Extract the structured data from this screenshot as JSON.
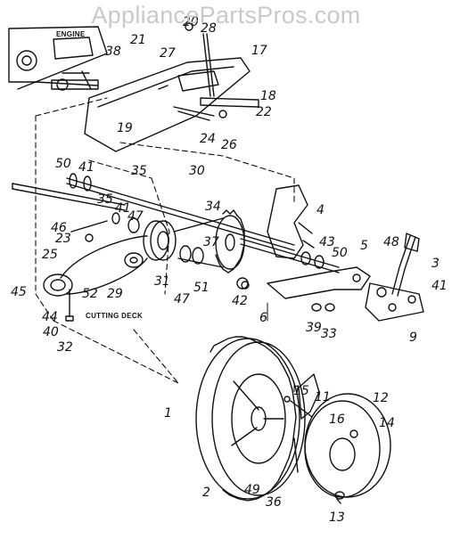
{
  "watermark": "AppliancePartsPros.com",
  "labels": {
    "engine": "ENGINE",
    "cutting_deck": "CUTTING DECK"
  },
  "parts": [
    "1",
    "2",
    "3",
    "4",
    "5",
    "6",
    "9",
    "11",
    "12",
    "13",
    "14",
    "15",
    "16",
    "17",
    "18",
    "19",
    "20",
    "21",
    "22",
    "23",
    "24",
    "25",
    "26",
    "27",
    "28",
    "29",
    "30",
    "31",
    "32",
    "33",
    "34",
    "35",
    "36",
    "37",
    "38",
    "39",
    "40",
    "41",
    "42",
    "43",
    "44",
    "45",
    "46",
    "47",
    "48",
    "49",
    "50",
    "51",
    "52"
  ]
}
